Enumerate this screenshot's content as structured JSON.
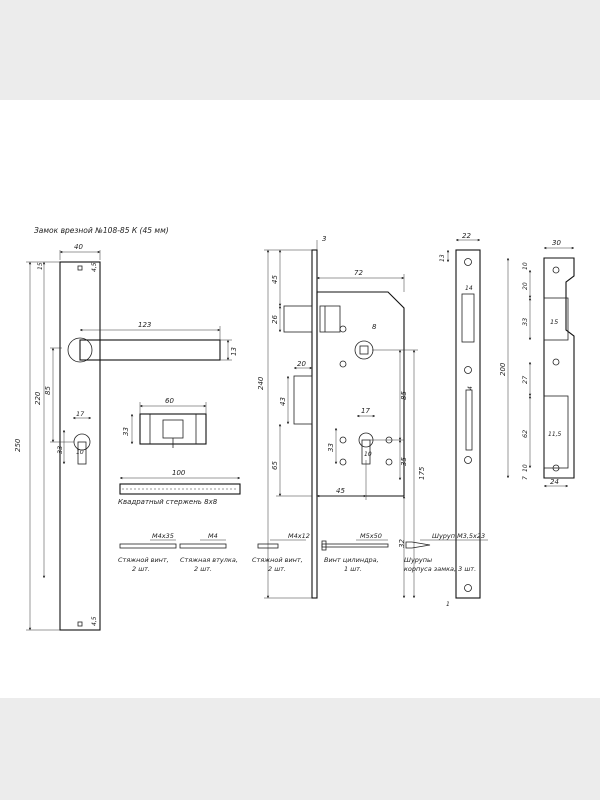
{
  "title": "Замок врезной №108-85 К (45 мм)",
  "plate": {
    "dim_width": "40",
    "dim_height": "250",
    "dim_top": "15",
    "dim_hole": "4,5",
    "dim_220": "220",
    "dim_85": "85",
    "dim_33": "33",
    "dim_17": "17",
    "dim_10": "10",
    "dim_hole_bottom": "4,5"
  },
  "handle": {
    "dim_length": "123",
    "dim_thickness": "13"
  },
  "cylinder": {
    "dim_length": "60",
    "dim_height": "33"
  },
  "spindle": {
    "dim_length": "100",
    "label": "Квадратный стержень 8х8"
  },
  "lock_body": {
    "dim_faceplate": "3",
    "dim_backset": "72",
    "dim_total": "240",
    "dim_top": "45",
    "dim_latch": "26",
    "dim_square": "8",
    "dim_bolt_w": "20",
    "dim_bolt_h": "43",
    "dim_175": "175",
    "dim_85": "85",
    "dim_17": "17",
    "dim_33": "33",
    "dim_10": "10",
    "dim_35": "35",
    "dim_45": "45",
    "dim_65": "65",
    "dim_32": "32"
  },
  "faceplate": {
    "dim_width": "22",
    "dim_top": "13",
    "dim_14": "14",
    "dim_4": "4",
    "dim_1": "1"
  },
  "strike": {
    "dim_width": "30",
    "dim_height": "200",
    "dim_20": "20",
    "dim_10": "10",
    "dim_33": "33",
    "dim_15": "15",
    "dim_27": "27",
    "dim_62": "62",
    "dim_11_5": "11,5",
    "dim_10b": "10",
    "dim_7": "7",
    "dim_24": "24"
  },
  "hardware": [
    {
      "size": "М4х35",
      "name": "Стяжной винт,",
      "qty": "2 шт."
    },
    {
      "size": "М4",
      "name": "Стяжная втулка,",
      "qty": "2 шт."
    },
    {
      "size": "М4х12",
      "name": "Стяжной винт,",
      "qty": "2 шт."
    },
    {
      "size": "М5х50",
      "name": "Винт цилиндра,",
      "qty": "1 шт."
    },
    {
      "size": "Шуруп М3,5х23",
      "name": "Шурупы",
      "qty": "корпуса замка, 3 шт."
    }
  ]
}
